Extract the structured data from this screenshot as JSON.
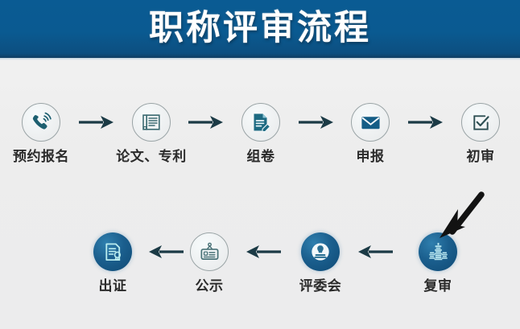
{
  "header": {
    "title": "职称评审流程",
    "background_color": "#0a5b93",
    "text_color": "#ffffff"
  },
  "colors": {
    "page_background": "#efefef",
    "header_blue": "#0a5b93",
    "arrow_dark": "#1b3a45",
    "icon_teal": "#1d6a7e",
    "filled_circle_blue": "#15588a",
    "outline_circle_border": "#9aa4a6",
    "label_text": "#2b2b2b",
    "big_arrow": "#111111"
  },
  "flow": {
    "row1": {
      "direction": "left-to-right",
      "steps": [
        {
          "label": "预约报名",
          "icon": "phone-ring-icon",
          "style": "outline"
        },
        {
          "label": "论文、专利",
          "icon": "book-open-icon",
          "style": "outline"
        },
        {
          "label": "组卷",
          "icon": "document-pencil-icon",
          "style": "outline"
        },
        {
          "label": "申报",
          "icon": "envelope-icon",
          "style": "outline"
        },
        {
          "label": "初审",
          "icon": "checkbox-check-icon",
          "style": "outline"
        }
      ],
      "connectors": [
        "arrow-right",
        "arrow-right",
        "arrow-right",
        "arrow-right"
      ]
    },
    "row2": {
      "direction": "right-to-left",
      "steps": [
        {
          "label": "出证",
          "icon": "certificate-seal-icon",
          "style": "filled"
        },
        {
          "label": "公示",
          "icon": "id-badge-icon",
          "style": "outline"
        },
        {
          "label": "评委会",
          "icon": "stamp-seal-icon",
          "style": "filled"
        },
        {
          "label": "复审",
          "icon": "building-city-icon",
          "style": "filled"
        }
      ],
      "connectors": [
        "arrow-left",
        "arrow-left",
        "arrow-left"
      ]
    },
    "emphasis_arrow": {
      "icon": "big-diagonal-arrow-icon",
      "direction": "down-left",
      "points_to": "复审"
    }
  }
}
